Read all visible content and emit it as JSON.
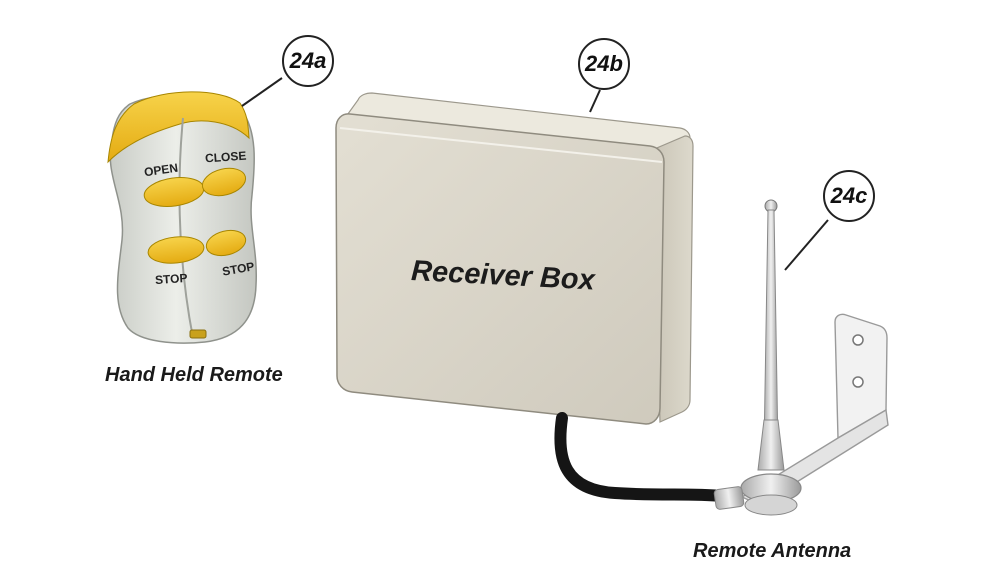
{
  "callouts": {
    "remote": "24a",
    "receiver": "24b",
    "antenna": "24c"
  },
  "remote": {
    "open_label": "OPEN",
    "close_label": "CLOSE",
    "stop_left_label": "STOP",
    "stop_right_label": "STOP",
    "caption": "Hand Held Remote"
  },
  "receiver": {
    "label": "Receiver Box"
  },
  "antenna": {
    "caption": "Remote Antenna"
  },
  "colors": {
    "remote_accent": "#F2C230",
    "remote_body": "#E4E6E1",
    "box_body": "#DAD6C9",
    "cable": "#151515",
    "bracket": "#EDEDED"
  }
}
